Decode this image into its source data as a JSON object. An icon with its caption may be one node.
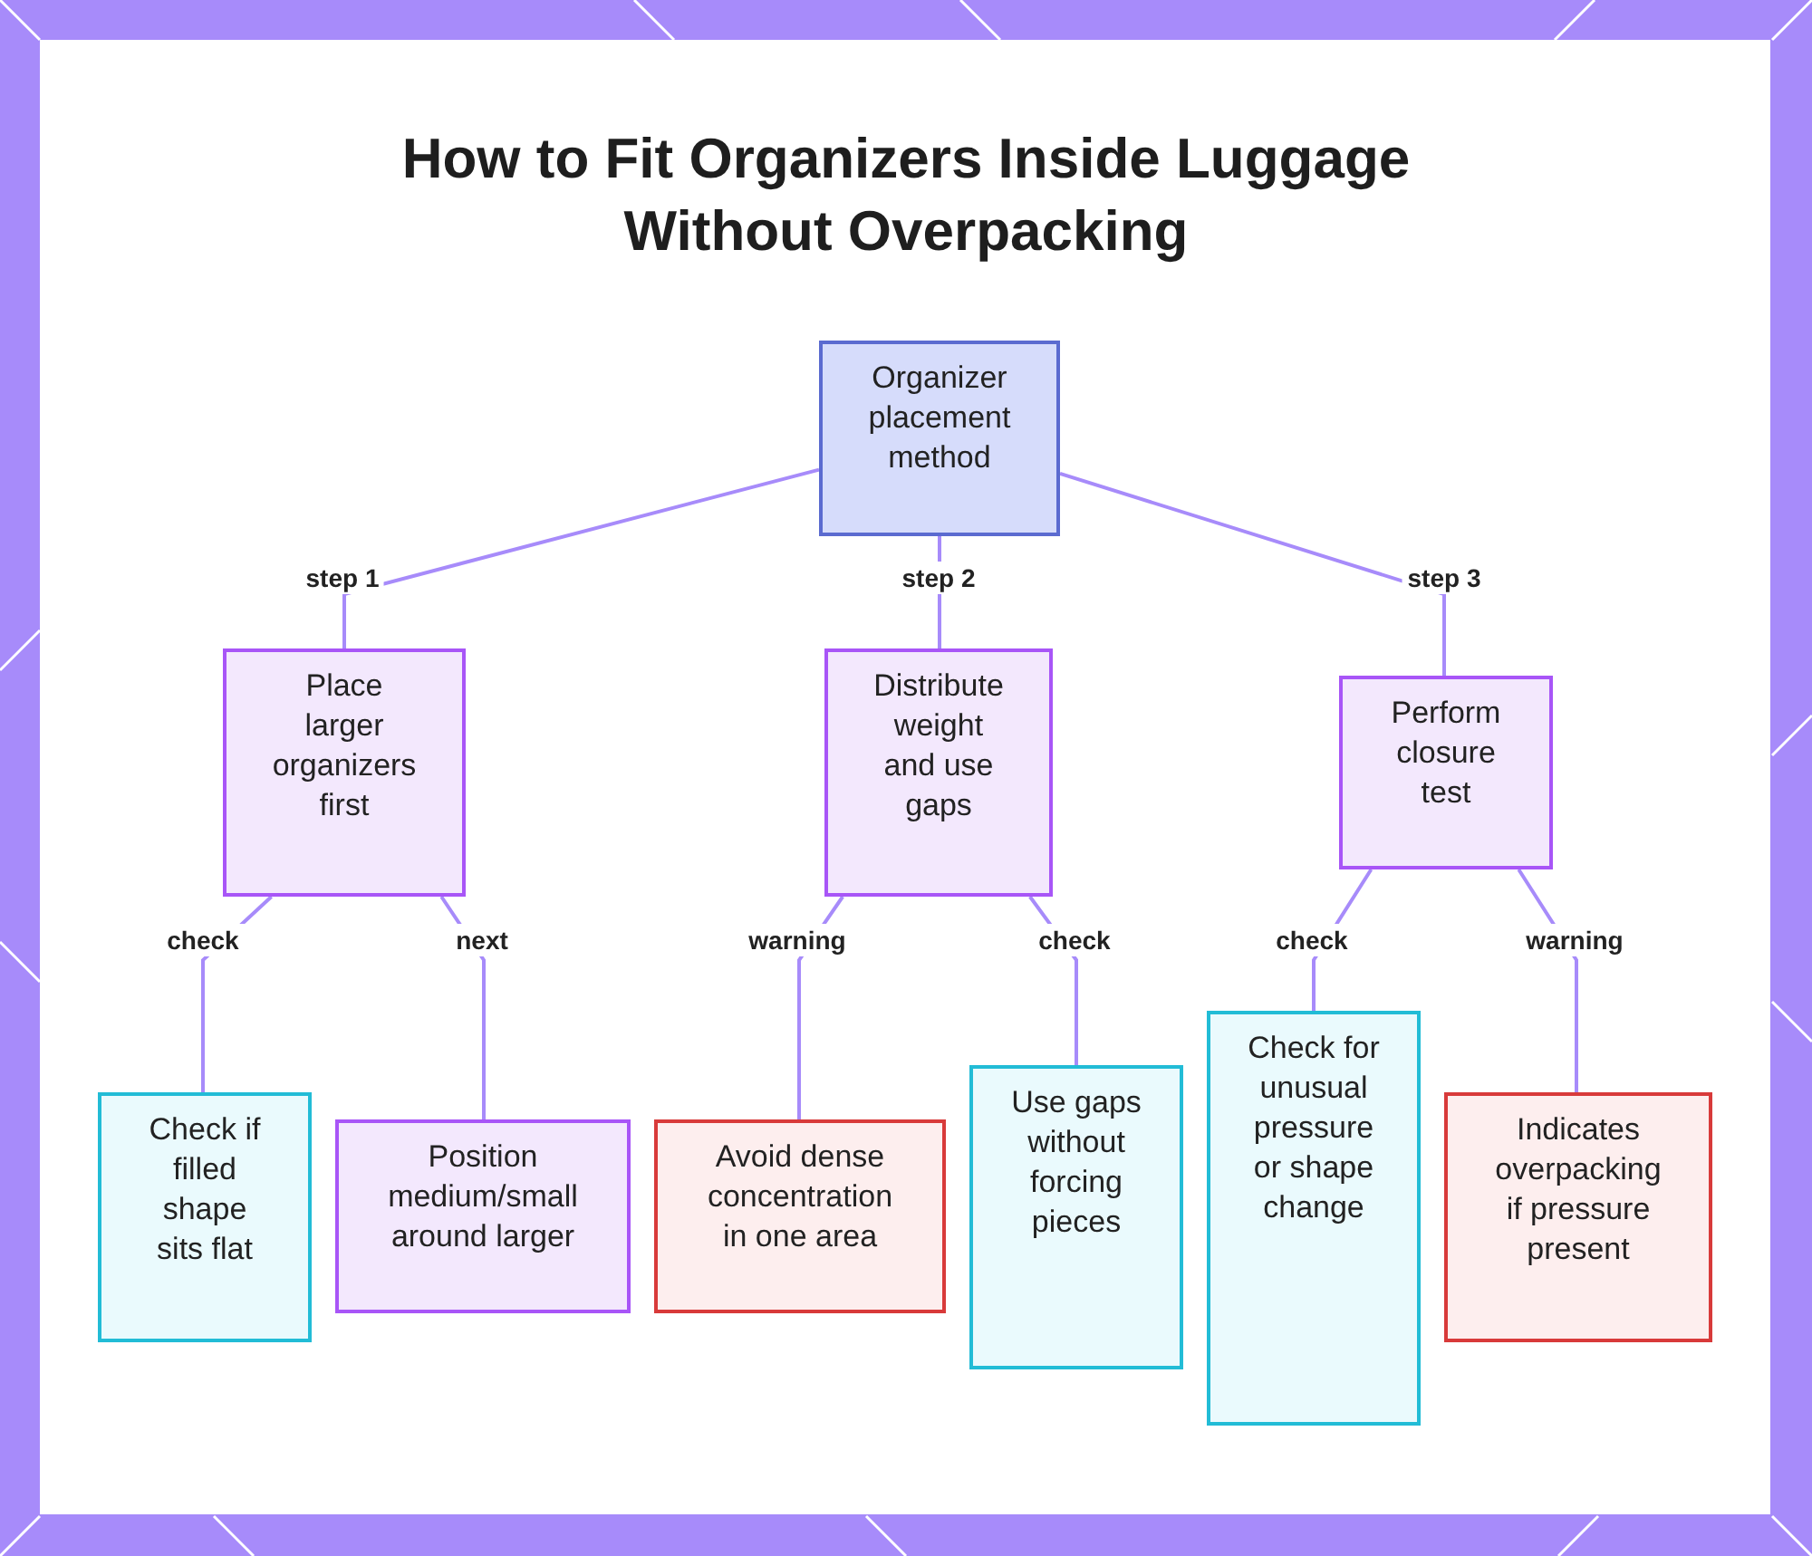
{
  "diagram": {
    "title": "How to Fit Organizers Inside Luggage Without Overpacking",
    "nodes": [
      {
        "text": [
          "Organizer placement method"
        ]
      },
      {
        "text": [
          "Place larger organizers first"
        ]
      },
      {
        "text": [
          "Distribute weight and use gaps"
        ]
      },
      {
        "text": [
          "Perform closure test"
        ]
      },
      {
        "text": [
          "Check if filled shape sits flat"
        ]
      },
      {
        "text": [
          "Position medium/small around larger"
        ]
      },
      {
        "text": [
          "Avoid dense concentration in one area"
        ]
      },
      {
        "text": [
          "Use gaps without forcing pieces"
        ]
      },
      {
        "text": [
          "Check for unusual pressure or shape change"
        ]
      },
      {
        "text": [
          "Indicates overpacking if pressure present"
        ]
      }
    ],
    "edges": [
      {
        "from": 0,
        "to": 1,
        "arrow": "none",
        "label": "step 1"
      },
      {
        "from": 0,
        "to": 2,
        "arrow": "none",
        "label": "step 2"
      },
      {
        "from": 0,
        "to": 3,
        "arrow": "none",
        "label": "step 3"
      },
      {
        "from": 1,
        "to": 4,
        "arrow": "none",
        "label": "check"
      },
      {
        "from": 1,
        "to": 5,
        "arrow": "none",
        "label": "next"
      },
      {
        "from": 2,
        "to": 6,
        "arrow": "none",
        "label": "warning"
      },
      {
        "from": 2,
        "to": 7,
        "arrow": "none",
        "label": "check"
      },
      {
        "from": 3,
        "to": 8,
        "arrow": "none",
        "label": "check"
      },
      {
        "from": 3,
        "to": 9,
        "arrow": "none",
        "label": "warning"
      }
    ]
  }
}
